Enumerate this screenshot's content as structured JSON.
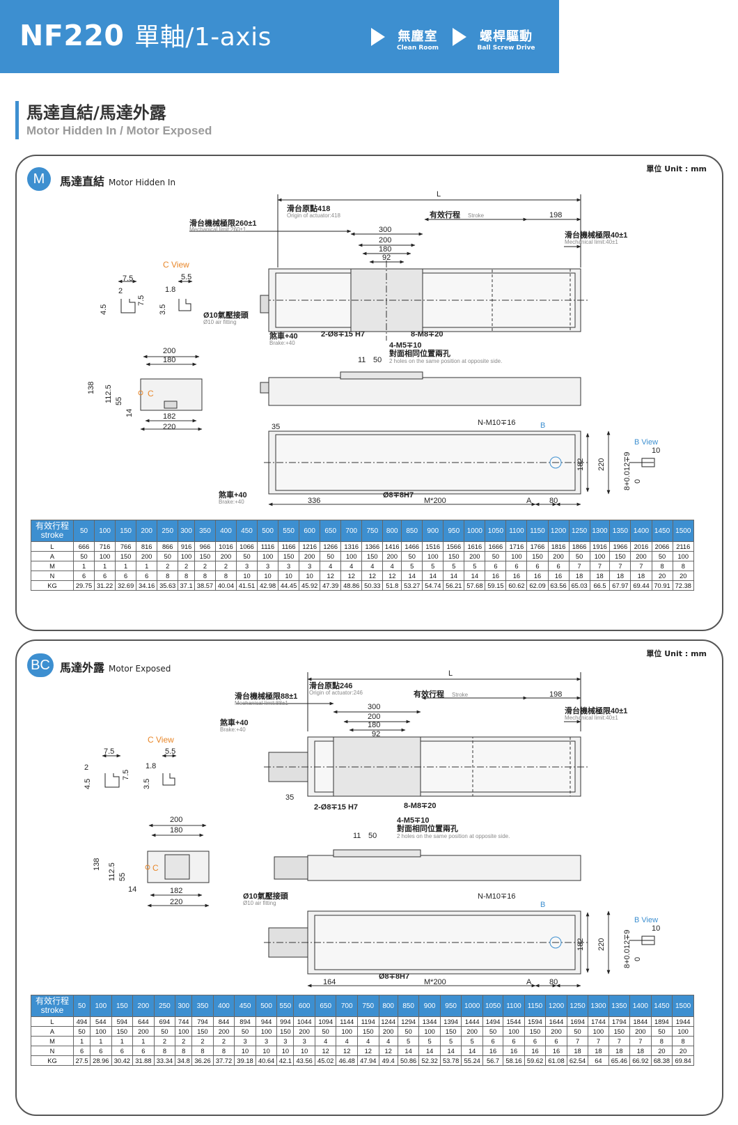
{
  "header": {
    "title_model": "NF220",
    "title_axis": "單軸/1-axis",
    "tag1_zh": "無塵室",
    "tag1_en": "Clean Room",
    "tag2_zh": "螺桿驅動",
    "tag2_en": "Ball Screw Drive"
  },
  "section": {
    "title_zh": "馬達直結/馬達外露",
    "title_en": "Motor Hidden In / Motor Exposed"
  },
  "colors": {
    "brand_blue": "#3d8fd0",
    "accent_orange": "#e8872a"
  },
  "panel_m": {
    "unit": "單位 Unit : mm",
    "badge": "M",
    "title_zh": "馬達直結",
    "title_en": "Motor Hidden In",
    "dims": {
      "L": "L",
      "origin_zh": "滑台原點418",
      "origin_en": "Origin of actuator:418",
      "stroke_zh": "有效行程",
      "stroke_en": "Stroke",
      "d198": "198",
      "mech_left_zh": "滑台機械極限260±1",
      "mech_left_en": "Mechanical limit:260±1",
      "mech_right_zh": "滑台機械極限40±1",
      "mech_right_en": "Mechanical limit:40±1",
      "d300": "300",
      "d200": "200",
      "d180": "180",
      "d92": "92",
      "cview": "C View",
      "d7_5": "7.5",
      "d5_5": "5.5",
      "d2": "2",
      "d1_8": "1.8",
      "d4_5": "4.5",
      "d7_5b": "7.5",
      "d3_5": "3.5",
      "air_zh": "Ø10氣壓接頭",
      "air_en": "Ø10 air fitting",
      "brake_zh": "煞車+40",
      "brake_en": "Brake:+40",
      "pin": "2-Ø8∓15 H7",
      "m8": "8-M8∓20",
      "m5": "4-M5∓10",
      "holes_zh": "對面相同位置兩孔",
      "holes_en": "2 holes on the same position at opposite side.",
      "d11": "11",
      "d50": "50",
      "e200": "200",
      "e180": "180",
      "e138": "138",
      "e112_5": "112.5",
      "e55": "55",
      "e14": "14",
      "e182": "182",
      "e220": "220",
      "c": "C",
      "d35": "35",
      "nm10": "N-M10∓16",
      "b": "B",
      "bview": "B View",
      "d10": "10",
      "tol": "8+0.012∓9",
      "tol0": "0",
      "d182": "182",
      "d220": "220",
      "brake2_zh": "煞車+40",
      "brake2_en": "Brake:+40",
      "d336": "336",
      "pin2": "Ø8∓8H7",
      "m200": "M*200",
      "a": "A",
      "d80": "80"
    },
    "table": {
      "header_zh": "有效行程",
      "header_en": "stroke",
      "strokes": [
        "50",
        "100",
        "150",
        "200",
        "250",
        "300",
        "350",
        "400",
        "450",
        "500",
        "550",
        "600",
        "650",
        "700",
        "750",
        "800",
        "850",
        "900",
        "950",
        "1000",
        "1050",
        "1100",
        "1150",
        "1200",
        "1250",
        "1300",
        "1350",
        "1400",
        "1450",
        "1500"
      ],
      "rows": [
        {
          "label": "L",
          "values": [
            "666",
            "716",
            "766",
            "816",
            "866",
            "916",
            "966",
            "1016",
            "1066",
            "1116",
            "1166",
            "1216",
            "1266",
            "1316",
            "1366",
            "1416",
            "1466",
            "1516",
            "1566",
            "1616",
            "1666",
            "1716",
            "1766",
            "1816",
            "1866",
            "1916",
            "1966",
            "2016",
            "2066",
            "2116"
          ]
        },
        {
          "label": "A",
          "values": [
            "50",
            "100",
            "150",
            "200",
            "50",
            "100",
            "150",
            "200",
            "50",
            "100",
            "150",
            "200",
            "50",
            "100",
            "150",
            "200",
            "50",
            "100",
            "150",
            "200",
            "50",
            "100",
            "150",
            "200",
            "50",
            "100",
            "150",
            "200",
            "50",
            "100"
          ]
        },
        {
          "label": "M",
          "values": [
            "1",
            "1",
            "1",
            "1",
            "2",
            "2",
            "2",
            "2",
            "3",
            "3",
            "3",
            "3",
            "4",
            "4",
            "4",
            "4",
            "5",
            "5",
            "5",
            "5",
            "6",
            "6",
            "6",
            "6",
            "7",
            "7",
            "7",
            "7",
            "8",
            "8"
          ]
        },
        {
          "label": "N",
          "values": [
            "6",
            "6",
            "6",
            "6",
            "8",
            "8",
            "8",
            "8",
            "10",
            "10",
            "10",
            "10",
            "12",
            "12",
            "12",
            "12",
            "14",
            "14",
            "14",
            "14",
            "16",
            "16",
            "16",
            "16",
            "18",
            "18",
            "18",
            "18",
            "20",
            "20"
          ]
        },
        {
          "label": "KG",
          "values": [
            "29.75",
            "31.22",
            "32.69",
            "34.16",
            "35.63",
            "37.1",
            "38.57",
            "40.04",
            "41.51",
            "42.98",
            "44.45",
            "45.92",
            "47.39",
            "48.86",
            "50.33",
            "51.8",
            "53.27",
            "54.74",
            "56.21",
            "57.68",
            "59.15",
            "60.62",
            "62.09",
            "63.56",
            "65.03",
            "66.5",
            "67.97",
            "69.44",
            "70.91",
            "72.38"
          ]
        }
      ]
    }
  },
  "panel_bc": {
    "unit": "單位 Unit : mm",
    "badge": "BC",
    "title_zh": "馬達外露",
    "title_en": "Motor Exposed",
    "dims": {
      "L": "L",
      "origin_zh": "滑台原點246",
      "origin_en": "Origin of actuator:246",
      "stroke_zh": "有效行程",
      "stroke_en": "Stroke",
      "d198": "198",
      "mech_left_zh": "滑台機械極限88±1",
      "mech_left_en": "Mechanical limit:88±1",
      "mech_right_zh": "滑台機械極限40±1",
      "mech_right_en": "Mechanical limit:40±1",
      "brake_zh": "煞車+40",
      "brake_en": "Brake:+40",
      "d300": "300",
      "d200": "200",
      "d180": "180",
      "d92": "92",
      "cview": "C View",
      "d7_5": "7.5",
      "d5_5": "5.5",
      "d2": "2",
      "d1_8": "1.8",
      "d4_5": "4.5",
      "d7_5b": "7.5",
      "d3_5": "3.5",
      "d35": "35",
      "pin": "2-Ø8∓15 H7",
      "m8": "8-M8∓20",
      "m5": "4-M5∓10",
      "holes_zh": "對面相同位置兩孔",
      "holes_en": "2 holes on the same position at opposite side.",
      "d11": "11",
      "d50": "50",
      "e200": "200",
      "e180": "180",
      "e138": "138",
      "e112_5": "112.5",
      "e55": "55",
      "e14": "14",
      "e182": "182",
      "e220": "220",
      "c": "C",
      "air_zh": "Ø10氣壓接頭",
      "air_en": "Ø10 air fitting",
      "nm10": "N-M10∓16",
      "b": "B",
      "bview": "B View",
      "d10": "10",
      "tol": "8+0.012∓9",
      "tol0": "0",
      "d182": "182",
      "d220": "220",
      "d164": "164",
      "pin2": "Ø8∓8H7",
      "m200": "M*200",
      "a": "A",
      "d80": "80"
    },
    "table": {
      "header_zh": "有效行程",
      "header_en": "stroke",
      "strokes": [
        "50",
        "100",
        "150",
        "200",
        "250",
        "300",
        "350",
        "400",
        "450",
        "500",
        "550",
        "600",
        "650",
        "700",
        "750",
        "800",
        "850",
        "900",
        "950",
        "1000",
        "1050",
        "1100",
        "1150",
        "1200",
        "1250",
        "1300",
        "1350",
        "1400",
        "1450",
        "1500"
      ],
      "rows": [
        {
          "label": "L",
          "values": [
            "494",
            "544",
            "594",
            "644",
            "694",
            "744",
            "794",
            "844",
            "894",
            "944",
            "994",
            "1044",
            "1094",
            "1144",
            "1194",
            "1244",
            "1294",
            "1344",
            "1394",
            "1444",
            "1494",
            "1544",
            "1594",
            "1644",
            "1694",
            "1744",
            "1794",
            "1844",
            "1894",
            "1944"
          ]
        },
        {
          "label": "A",
          "values": [
            "50",
            "100",
            "150",
            "200",
            "50",
            "100",
            "150",
            "200",
            "50",
            "100",
            "150",
            "200",
            "50",
            "100",
            "150",
            "200",
            "50",
            "100",
            "150",
            "200",
            "50",
            "100",
            "150",
            "200",
            "50",
            "100",
            "150",
            "200",
            "50",
            "100"
          ]
        },
        {
          "label": "M",
          "values": [
            "1",
            "1",
            "1",
            "1",
            "2",
            "2",
            "2",
            "2",
            "3",
            "3",
            "3",
            "3",
            "4",
            "4",
            "4",
            "4",
            "5",
            "5",
            "5",
            "5",
            "6",
            "6",
            "6",
            "6",
            "7",
            "7",
            "7",
            "7",
            "8",
            "8"
          ]
        },
        {
          "label": "N",
          "values": [
            "6",
            "6",
            "6",
            "6",
            "8",
            "8",
            "8",
            "8",
            "10",
            "10",
            "10",
            "10",
            "12",
            "12",
            "12",
            "12",
            "14",
            "14",
            "14",
            "14",
            "16",
            "16",
            "16",
            "16",
            "18",
            "18",
            "18",
            "18",
            "20",
            "20"
          ]
        },
        {
          "label": "KG",
          "values": [
            "27.5",
            "28.96",
            "30.42",
            "31.88",
            "33.34",
            "34.8",
            "36.26",
            "37.72",
            "39.18",
            "40.64",
            "42.1",
            "43.56",
            "45.02",
            "46.48",
            "47.94",
            "49.4",
            "50.86",
            "52.32",
            "53.78",
            "55.24",
            "56.7",
            "58.16",
            "59.62",
            "61.08",
            "62.54",
            "64",
            "65.46",
            "66.92",
            "68.38",
            "69.84"
          ]
        }
      ]
    }
  }
}
